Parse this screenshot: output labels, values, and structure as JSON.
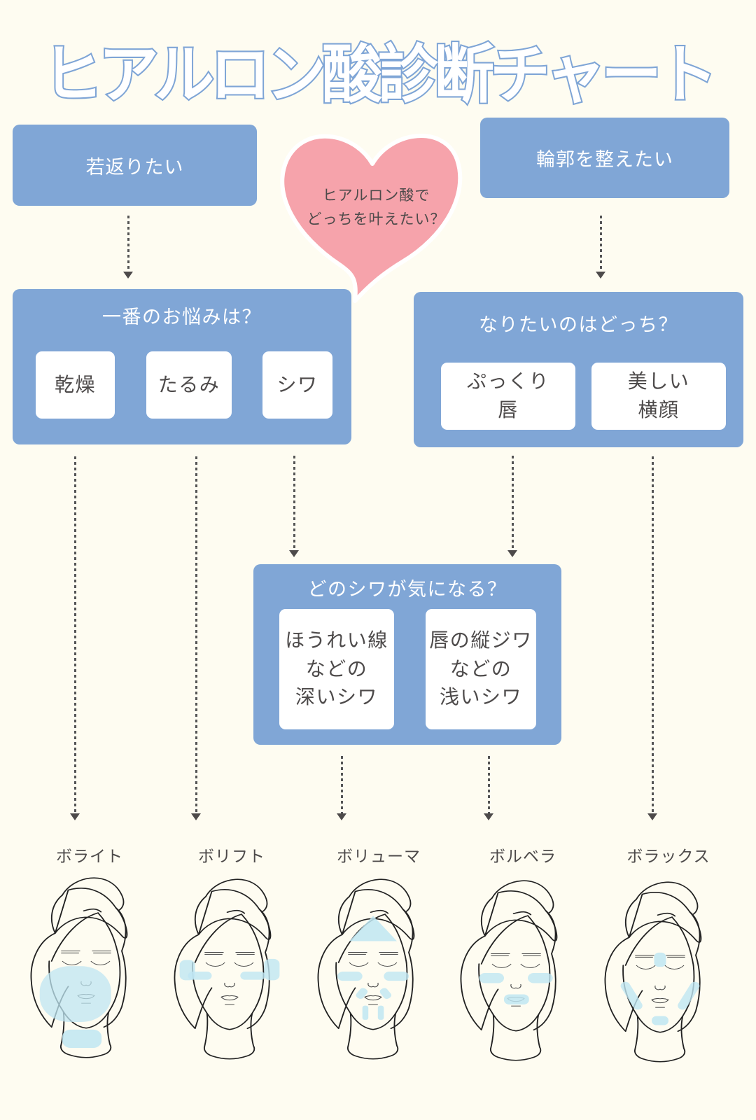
{
  "title": "ヒアルロン酸診断チャート",
  "heart": {
    "line1": "ヒアルロン酸で",
    "line2": "どっちを叶えたい？",
    "color": "#f6a3ab"
  },
  "goals": {
    "left": "若返りたい",
    "right": "輪郭を整えたい"
  },
  "question_worry": {
    "title": "一番のお悩みは？",
    "options": [
      "乾燥",
      "たるみ",
      "シワ"
    ]
  },
  "question_ideal": {
    "title": "なりたいのはどっち？",
    "options": [
      {
        "line1": "ぷっくり",
        "line2": "唇"
      },
      {
        "line1": "美しい",
        "line2": "横顔"
      }
    ]
  },
  "question_wrinkle": {
    "title": "どのシワが気になる？",
    "options": [
      {
        "line1": "ほうれい線",
        "line2": "などの",
        "line3": "深いシワ"
      },
      {
        "line1": "唇の縦ジワ",
        "line2": "などの",
        "line3": "浅いシワ"
      }
    ]
  },
  "products": [
    {
      "name": "ボライト",
      "areas": "lower-face-and-neck"
    },
    {
      "name": "ボリフト",
      "areas": "cheeks-and-temples"
    },
    {
      "name": "ボリューマ",
      "areas": "forehead-cheeks-nasolabial-chin"
    },
    {
      "name": "ボルベラ",
      "areas": "under-eye-and-lips"
    },
    {
      "name": "ボラックス",
      "areas": "glabella-jawline-chin"
    }
  ],
  "colors": {
    "background": "#fefcf1",
    "box_blue": "#80a6d6",
    "highlight": "#bfe6f2",
    "text_dark": "#4d4a4a",
    "arrow": "#555555"
  }
}
